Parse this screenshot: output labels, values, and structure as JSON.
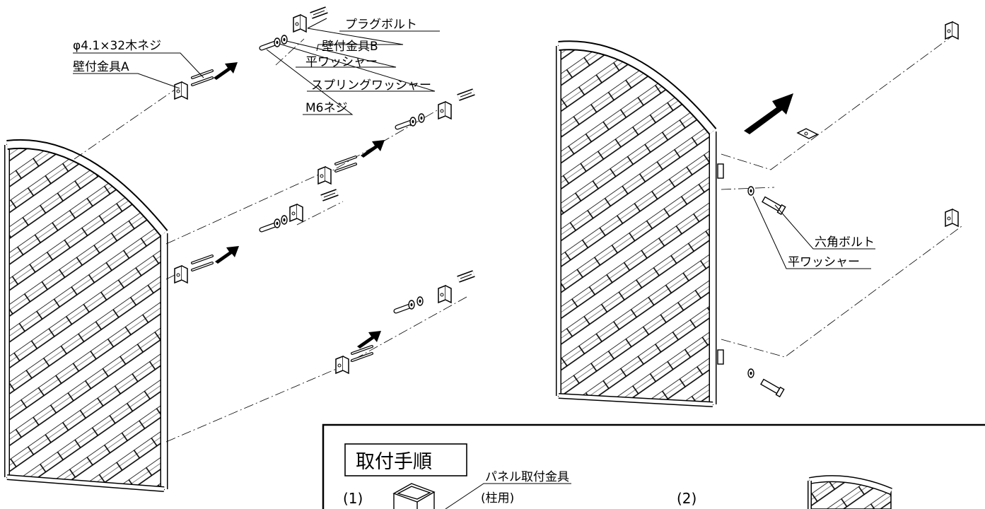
{
  "labels": {
    "plug_bolt": "プラグボルト",
    "wood_screw": "φ4.1×32木ネジ",
    "wall_bracket_b": "壁付金具B",
    "wall_bracket_a": "壁付金具A",
    "flat_washer_left": "平ワッシャー",
    "spring_washer": "スプリングワッシャー",
    "m6_screw": "M6ネジ",
    "hex_bolt": "六角ボルト",
    "flat_washer_right": "平ワッシャー"
  },
  "procedure": {
    "title": "取付手順",
    "step1": "(1)",
    "step2": "(2)",
    "panel_bracket": "パネル取付金具",
    "for_post": "(柱用)"
  }
}
